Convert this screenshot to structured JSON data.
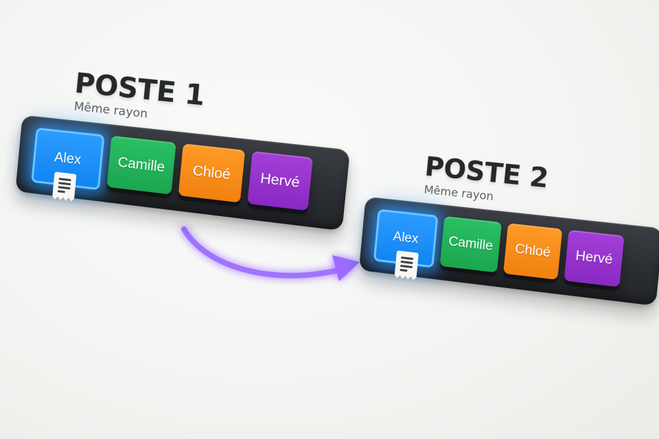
{
  "stations": [
    {
      "title": "POSTE 1",
      "subtitle": "Même rayon",
      "cashiers": [
        "Alex",
        "Camille",
        "Chloé",
        "Hervé"
      ]
    },
    {
      "title": "POSTE 2",
      "subtitle": "Même rayon",
      "cashiers": [
        "Alex",
        "Camille",
        "Chloé",
        "Hervé"
      ]
    }
  ],
  "colors": {
    "blue": "#1185f1",
    "green": "#1ca54f",
    "orange": "#f1810f",
    "purple": "#8a28c3",
    "arrow": "#9b6cff",
    "tray": "#2b2e32"
  },
  "icons": {
    "receipt": "receipt-icon",
    "transfer": "transfer-arrow"
  }
}
